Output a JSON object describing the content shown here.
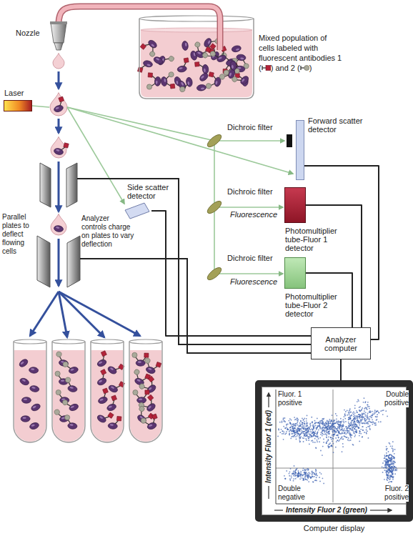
{
  "diagram": {
    "nodes": [
      {
        "text": [
          "Laser"
        ]
      },
      {
        "text": [
          "Forward scatter detector"
        ]
      },
      {
        "text": [
          "Side scatter detector"
        ]
      },
      {
        "text": [
          "Photomultiplier tube-Fluor 1 detector"
        ]
      },
      {
        "text": [
          "Photomultiplier tube-Fluor 2 detector"
        ]
      },
      {
        "text": [
          "Analyzer computer"
        ]
      },
      {
        "text": [
          "Computer display"
        ]
      }
    ],
    "edges": [
      {
        "from": 2,
        "to": 5,
        "arrow": "none"
      },
      {
        "from": 1,
        "to": 5,
        "arrow": "none"
      },
      {
        "from": 3,
        "to": 5,
        "arrow": "none"
      },
      {
        "from": 4,
        "to": 5,
        "arrow": "none"
      },
      {
        "from": 5,
        "to": 6,
        "arrow": "none"
      }
    ],
    "labels": [
      "Nozzle",
      "Mixed population of cells labeled with fluorescent antibodies 1 (",
      ") and 2 (",
      ")",
      "Dichroic filter",
      "Dichroic filter",
      "Dichroic filter",
      "Fluorescence",
      "Fluorescence",
      "Analyzer controls charge on plates to vary deflection",
      "Parallel plates to deflect flowing cells",
      "Fluor. 1 positive",
      "Double positive",
      "Double negative",
      "Fluor. 2 positive",
      "Intensity Fluor 1 (red)",
      "Intensity Fluor 2 (green)"
    ]
  }
}
